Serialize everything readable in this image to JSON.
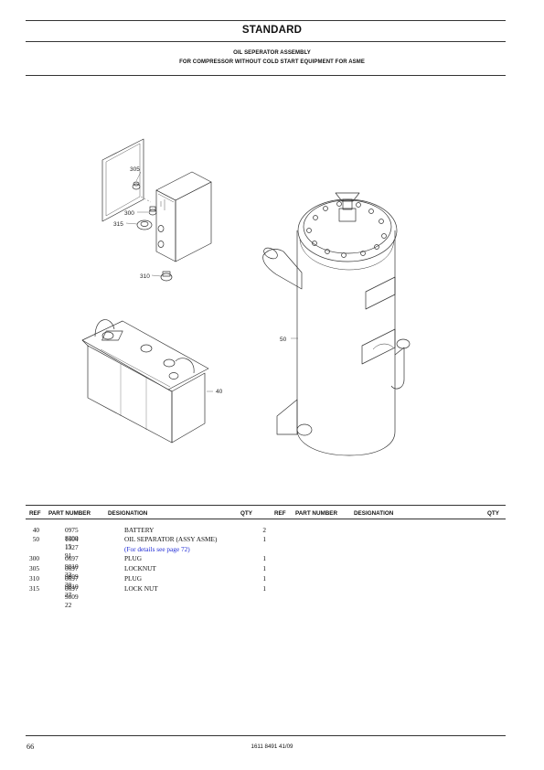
{
  "header": {
    "title": "STANDARD",
    "subtitle_line1": "OIL SEPERATOR ASSEMBLY",
    "subtitle_line2": "FOR COMPRESSOR WITHOUT COLD START EQUIPMENT FOR ASME"
  },
  "callouts": {
    "c305": "305",
    "c300": "300",
    "c315": "315",
    "c310": "310",
    "c40": "40",
    "c50": "50"
  },
  "table": {
    "headers": {
      "ref": "REF",
      "part": "PART NUMBER",
      "designation": "DESIGNATION",
      "qty": "QTY"
    },
    "rows": [
      {
        "ref": "40",
        "part": "0975 8300 15",
        "designation": "BATTERY",
        "qty": "2"
      },
      {
        "ref": "50",
        "part": "1604 1327 91",
        "designation": "OIL SEPARATOR (ASSY ASME)",
        "qty": "1",
        "note": "(For details see page 72)"
      },
      {
        "ref": "300",
        "part": "0697 9810 32",
        "designation": "PLUG",
        "qty": "1"
      },
      {
        "ref": "305",
        "part": "0697 9809 30",
        "designation": "LOCKNUT",
        "qty": "1"
      },
      {
        "ref": "310",
        "part": "0697 9810 27",
        "designation": "PLUG",
        "qty": "1"
      },
      {
        "ref": "315",
        "part": "0697 9809 22",
        "designation": "LOCK NUT",
        "qty": "1"
      }
    ]
  },
  "footer": {
    "page": "66",
    "doc_code": "1611 8491 41/09"
  }
}
